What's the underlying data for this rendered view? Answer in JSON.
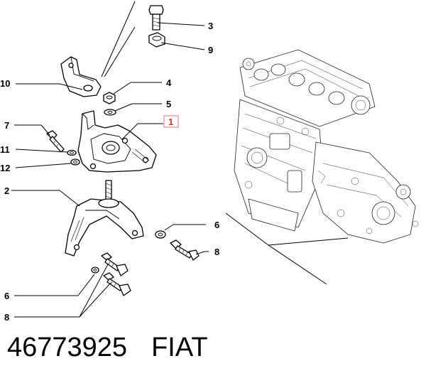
{
  "callouts": {
    "c1": "1",
    "c2": "2",
    "c3": "3",
    "c4": "4",
    "c5": "5",
    "c6a": "6",
    "c6b": "6",
    "c7": "7",
    "c8a": "8",
    "c8b": "8",
    "c9": "9",
    "c10": "10",
    "c11": "11",
    "c12": "12"
  },
  "highlight_color": "#e8a0a8",
  "footer": {
    "part_number": "46773925",
    "brand": "FIAT"
  }
}
